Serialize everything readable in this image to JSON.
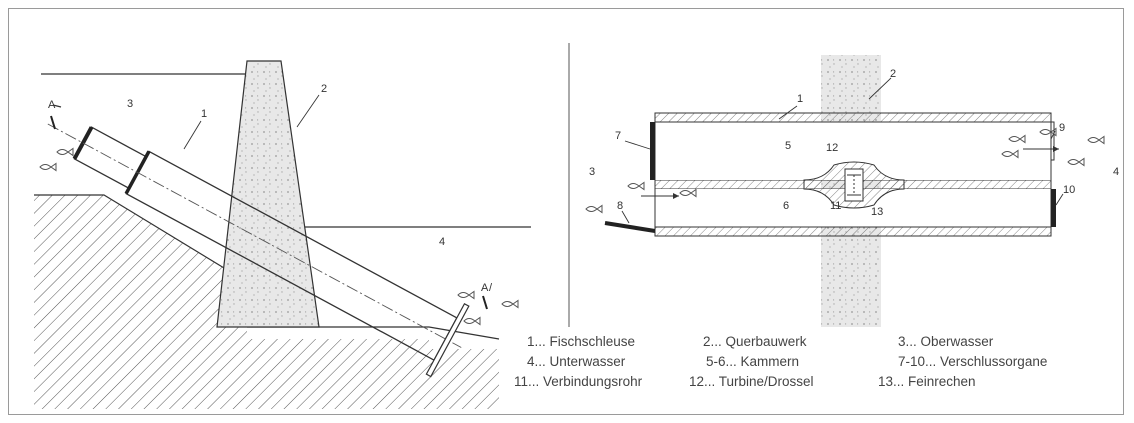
{
  "side_view": {
    "labels": {
      "n1": "1",
      "n2": "2",
      "n3": "3",
      "n4": "4",
      "section_top": "A",
      "section_bottom": "A"
    }
  },
  "plan_view": {
    "labels": {
      "n1": "1",
      "n2": "2",
      "n3": "3",
      "n4": "4",
      "n5": "5",
      "n6": "6",
      "n7": "7",
      "n8": "8",
      "n9": "9",
      "n10": "10",
      "n11": "11",
      "n12": "12",
      "n13": "13"
    }
  },
  "legend": [
    [
      "1... Fischschleuse",
      "2... Querbauwerk",
      "3... Oberwasser"
    ],
    [
      "4... Unterwasser",
      "5-6... Kammern",
      "7-10... Verschlussorgane"
    ],
    [
      "11... Verbindungsrohr",
      "12... Turbine/Drossel",
      "13... Feinrechen"
    ]
  ],
  "colors": {
    "line": "#333333",
    "concrete": "#e6e6e6",
    "hatch": "#555555",
    "frame": "#9a9a9a"
  }
}
